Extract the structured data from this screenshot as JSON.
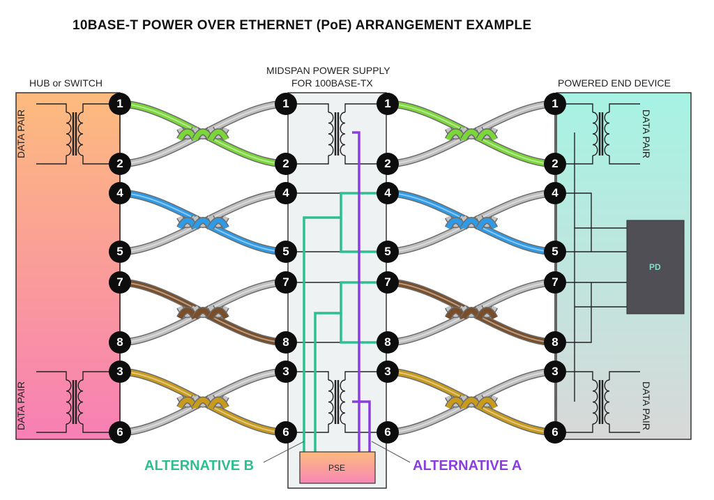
{
  "title": "10BASE-T POWER OVER ETHERNET (PoE) ARRANGEMENT EXAMPLE",
  "labels": {
    "hub": "HUB or SWITCH",
    "midspan_line1": "MIDSPAN POWER SUPPLY",
    "midspan_line2": "FOR 100BASE-TX",
    "powered": "POWERED END DEVICE",
    "data_pair": "DATA PAIR",
    "pd": "PD",
    "pse": "PSE",
    "alt_b": "ALTERNATIVE B",
    "alt_a": "ALTERNATIVE A"
  },
  "pins": [
    "1",
    "2",
    "4",
    "5",
    "7",
    "8",
    "3",
    "6"
  ],
  "pairs": [
    {
      "pins": [
        "1",
        "2"
      ],
      "color": "#7bd63a"
    },
    {
      "pins": [
        "4",
        "5"
      ],
      "color": "#2f9be6"
    },
    {
      "pins": [
        "7",
        "8"
      ],
      "color": "#7a4e28"
    },
    {
      "pins": [
        "3",
        "6"
      ],
      "color": "#c99b1c"
    }
  ],
  "colors": {
    "alt_b": "#2dbf8f",
    "alt_a": "#8a3ee0",
    "pd_box": "#4f4f55",
    "pd_text": "#7fe0c8",
    "hub_top": "#fdbb7d",
    "hub_bottom": "#f77fb5",
    "device_top": "#a6f3e4",
    "device_bottom": "#d8d8d8",
    "midspan_bg": "#eef2f2",
    "pse_top": "#fdba7d",
    "pse_bottom": "#f787b5"
  }
}
